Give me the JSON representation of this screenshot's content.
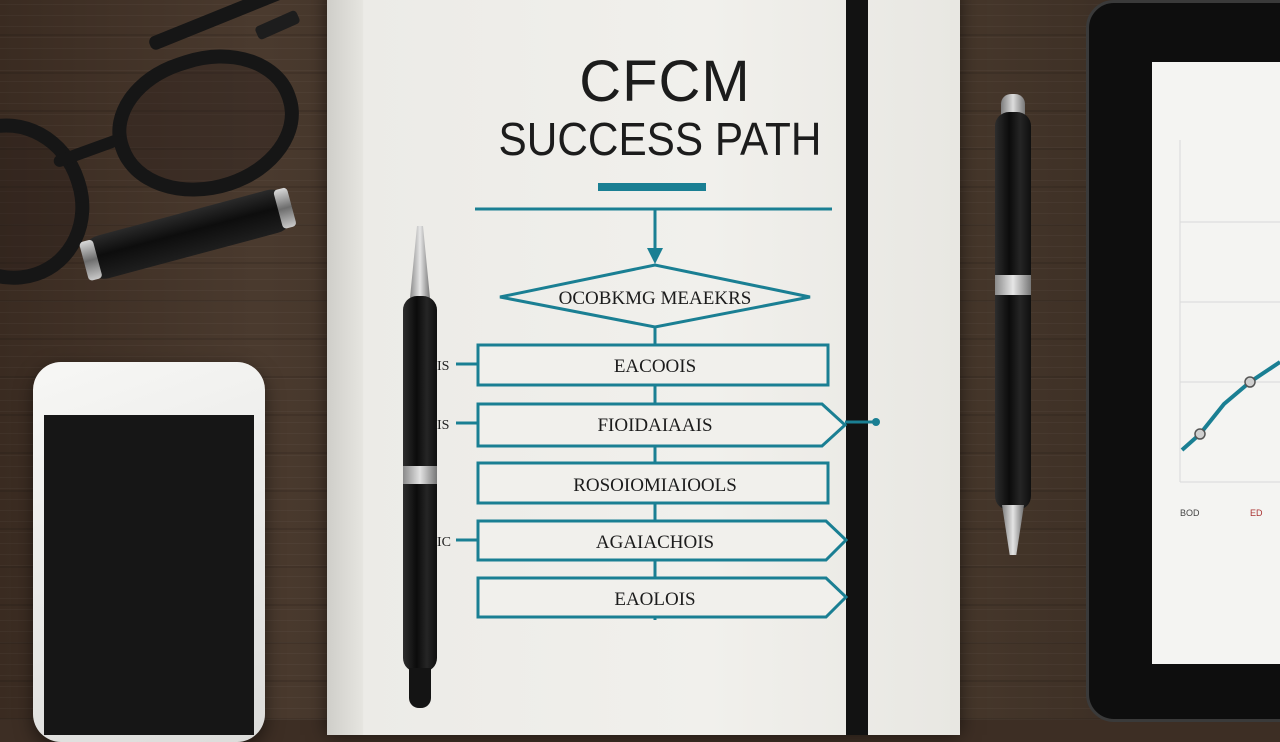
{
  "notebook": {
    "title_line1": "CFCM",
    "title_line2": "SUCCESS PATH"
  },
  "flowchart": {
    "decision": "OCOBKMG MEAEKRS",
    "steps": [
      {
        "label": "EACOOIS",
        "side_mark": "IS"
      },
      {
        "label": "FIOIDAIAAIS",
        "side_mark": "IS"
      },
      {
        "label": "ROSOIOMIAIOOLS",
        "side_mark": ""
      },
      {
        "label": "AGAIACHOIS",
        "side_mark": "IC"
      },
      {
        "label": "EAOLOIS",
        "side_mark": ""
      }
    ]
  },
  "tablet": {
    "legend": [
      "BOD",
      "ED"
    ]
  },
  "colors": {
    "accent": "#1a7f93",
    "wood": "#3d2e24",
    "paper": "#f1f0ec"
  }
}
